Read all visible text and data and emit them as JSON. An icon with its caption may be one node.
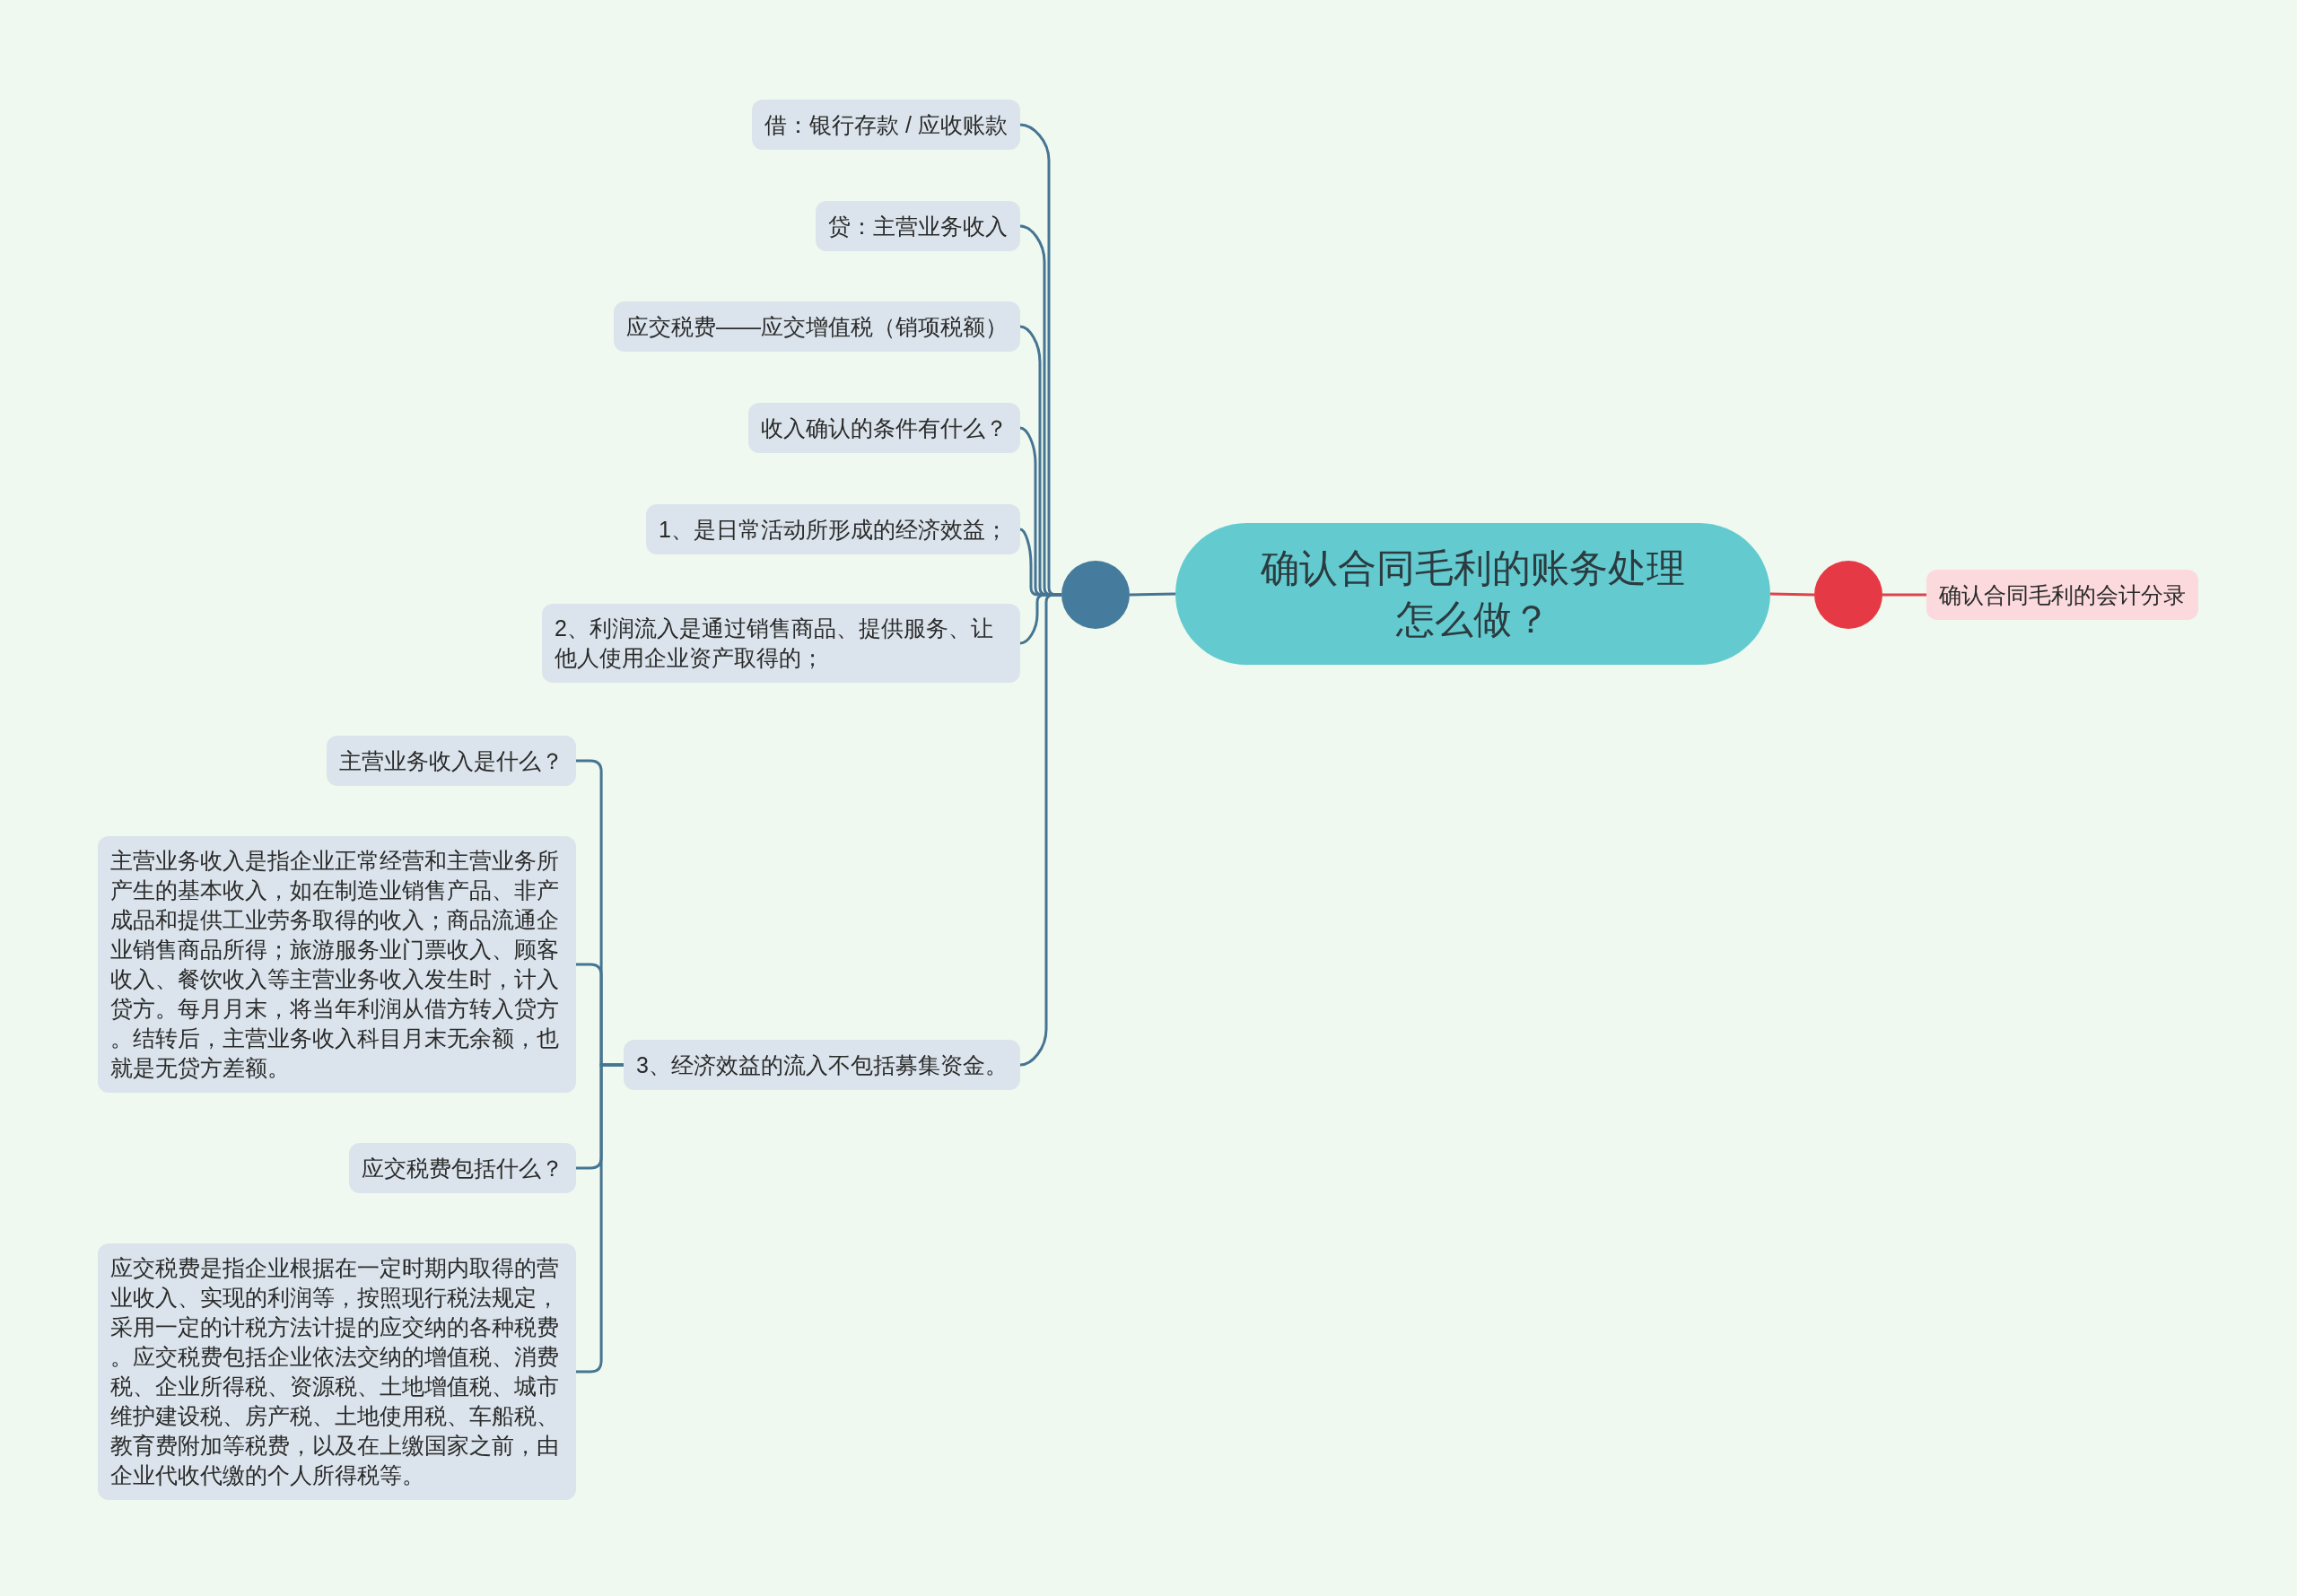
{
  "diagram": {
    "nodes": [
      {
        "text": [
          "确认合同毛利的账务处理怎么做？"
        ]
      },
      {
        "text": [],
        "shape": "circle"
      },
      {
        "text": [],
        "shape": "circle"
      },
      {
        "text": [
          "确认合同毛利的会计分录"
        ]
      },
      {
        "text": [
          "借：银行存款 / 应收账款"
        ]
      },
      {
        "text": [
          "贷：主营业务收入"
        ]
      },
      {
        "text": [
          "应交税费——应交增值税（销项税额）"
        ]
      },
      {
        "text": [
          "收入确认的条件有什么？"
        ]
      },
      {
        "text": [
          "1、是日常活动所形成的经济效益；"
        ]
      },
      {
        "text": [
          "2、利润流入是通过销售商品、提供服务、让他人使用企业资产取得的；"
        ]
      },
      {
        "text": [
          "3、经济效益的流入不包括募集资金。"
        ]
      },
      {
        "text": [
          "主营业务收入是什么？"
        ]
      },
      {
        "text": [
          "主营业务收入是指企业正常经营和主营业务所产生的基本收入，如在制造业销售产品、非产成品和提供工业劳务取得的收入；商品流通企业销售商品所得；旅游服务业门票收入、顾客收入、餐饮收入等主营业务收入发生时，计入贷方。每月月末，将当年利润从借方转入贷方。结转后，主营业务收入科目月末无余额，也就是无贷方差额。"
        ]
      },
      {
        "text": [
          "应交税费包括什么？"
        ]
      },
      {
        "text": [
          "应交税费是指企业根据在一定时期内取得的营业收入、实现的利润等，按照现行税法规定，采用一定的计税方法计提的应交纳的各种税费。应交税费包括企业依法交纳的增值税、消费税、企业所得税、资源税、土地增值税、城市维护建设税、房产税、土地使用税、车船税、教育费附加等税费，以及在上缴国家之前，由企业代收代缴的个人所得税等。"
        ]
      }
    ],
    "edges": [
      {
        "from": 0,
        "to": 1,
        "arrow": "none"
      },
      {
        "from": 0,
        "to": 2,
        "arrow": "none",
        "color": "#e0414f"
      },
      {
        "from": 2,
        "to": 3,
        "arrow": "none",
        "color": "#e0414f"
      },
      {
        "from": 1,
        "to": 4,
        "arrow": "none"
      },
      {
        "from": 1,
        "to": 5,
        "arrow": "none"
      },
      {
        "from": 1,
        "to": 6,
        "arrow": "none"
      },
      {
        "from": 1,
        "to": 7,
        "arrow": "none"
      },
      {
        "from": 1,
        "to": 8,
        "arrow": "none"
      },
      {
        "from": 1,
        "to": 9,
        "arrow": "none"
      },
      {
        "from": 1,
        "to": 10,
        "arrow": "none"
      },
      {
        "from": 10,
        "to": 11,
        "arrow": "none"
      },
      {
        "from": 10,
        "to": 12,
        "arrow": "none"
      },
      {
        "from": 10,
        "to": 13,
        "arrow": "none"
      },
      {
        "from": 10,
        "to": 14,
        "arrow": "none"
      }
    ]
  }
}
